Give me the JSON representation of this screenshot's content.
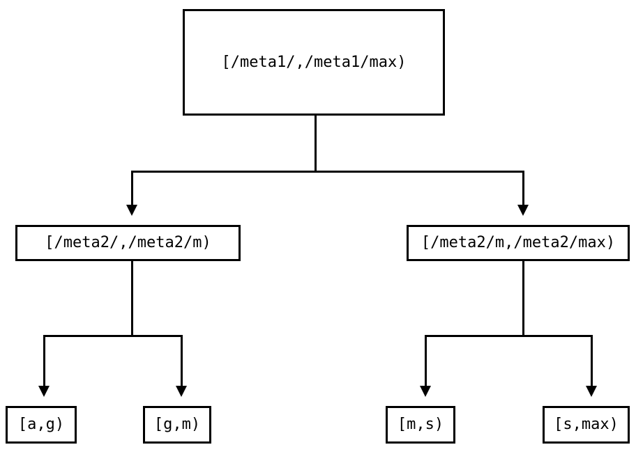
{
  "diagram": {
    "type": "tree",
    "description": "Binary range-partition tree diagram, black boxes and arrows on white background",
    "colors": {
      "line": "#000000",
      "text": "#000000",
      "background": "#ffffff"
    },
    "nodes": {
      "root": {
        "label": "[/meta1/,/meta1/max)",
        "level": 0
      },
      "left": {
        "label": "[/meta2/,/meta2/m)",
        "level": 1
      },
      "right": {
        "label": "[/meta2/m,/meta2/max)",
        "level": 1
      },
      "leaf_ag": {
        "label": "[a,g)",
        "level": 2
      },
      "leaf_gm": {
        "label": "[g,m)",
        "level": 2
      },
      "leaf_ms": {
        "label": "[m,s)",
        "level": 2
      },
      "leaf_smax": {
        "label": "[s,max)",
        "level": 2
      }
    },
    "edges": [
      {
        "from": "root",
        "to": "left"
      },
      {
        "from": "root",
        "to": "right"
      },
      {
        "from": "left",
        "to": "leaf_ag"
      },
      {
        "from": "left",
        "to": "leaf_gm"
      },
      {
        "from": "right",
        "to": "leaf_ms"
      },
      {
        "from": "right",
        "to": "leaf_smax"
      }
    ]
  }
}
